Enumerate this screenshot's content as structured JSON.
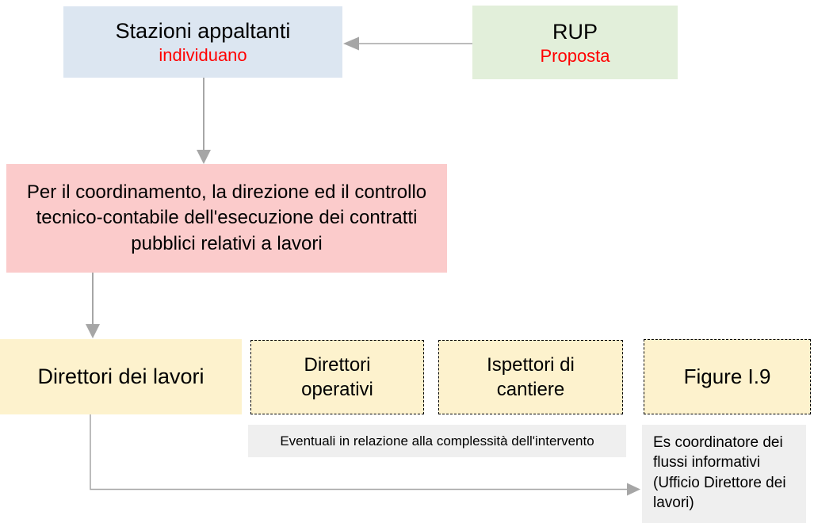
{
  "diagram": {
    "language": "it",
    "nodes": {
      "stazioni_appaltanti": {
        "title": "Stazioni appaltanti",
        "subtitle": "individuano"
      },
      "rup": {
        "title": "RUP",
        "subtitle": "Proposta"
      },
      "coordinamento": {
        "text": "Per il coordinamento, la direzione ed il controllo tecnico-contabile dell'esecuzione dei contratti pubblici relativi a lavori"
      },
      "direttori_lavori": {
        "label": "Direttori dei lavori"
      },
      "direttori_operativi": {
        "label": "Direttori operativi"
      },
      "ispettori_cantiere": {
        "label": "Ispettori di cantiere"
      },
      "figure_ref": {
        "label": "Figure I.9"
      },
      "nota_eventuali": {
        "text": "Eventuali in relazione alla complessità dell'intervento"
      },
      "nota_coordinatore": {
        "text": "Es coordinatore dei flussi informativi (Ufficio Direttore dei lavori)"
      }
    },
    "arrows": [
      {
        "name": "rup-to-stazioni",
        "direction": "left"
      },
      {
        "name": "stazioni-to-coordinamento",
        "direction": "down"
      },
      {
        "name": "coordinamento-to-direttori-lavori",
        "direction": "down"
      },
      {
        "name": "direttori-lavori-to-nota-coordinatore",
        "direction": "elbow-right"
      }
    ],
    "colors": {
      "box_blue": "#dce6f1",
      "box_green": "#e2efda",
      "box_pink": "#fbcbcb",
      "box_yellow": "#fdf2cd",
      "note_gray": "#efefef",
      "accent_red": "#ff0000",
      "arrow_gray": "#a6a6a6",
      "dashed_border": "#000000",
      "text": "#000000"
    }
  }
}
